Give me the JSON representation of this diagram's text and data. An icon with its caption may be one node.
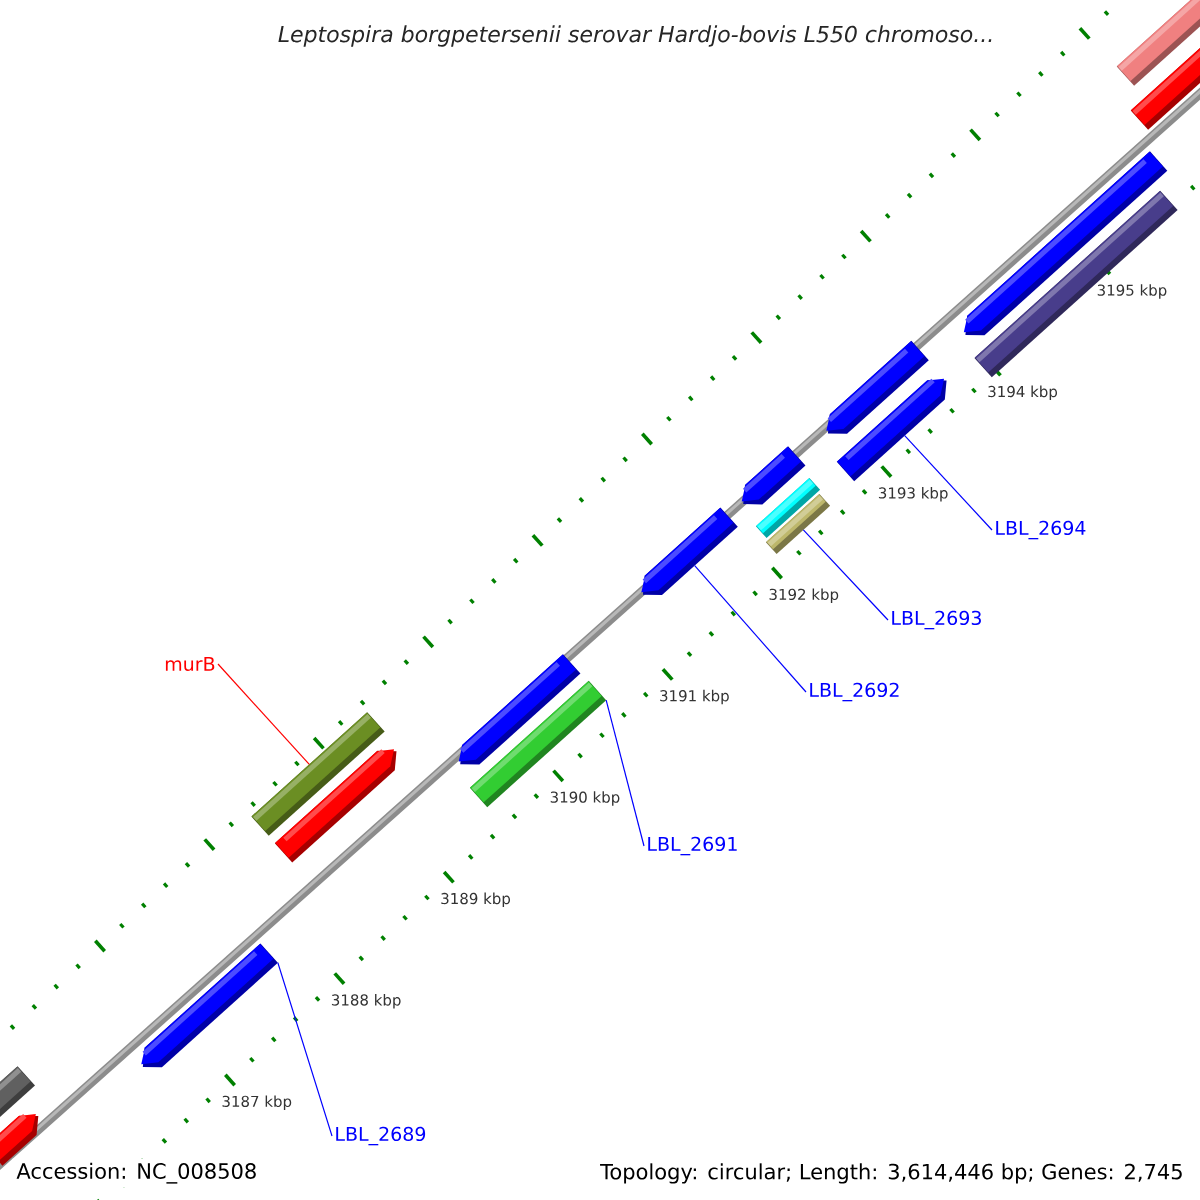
{
  "diagram": {
    "title": "Leptospira borgpetersenii serovar Hardjo-bovis L550 chromoso...",
    "nodes": [
      {
        "text": [
          "LBL_2694"
        ]
      },
      {
        "text": [],
        "shape": "bar"
      },
      {
        "text": [
          "LBL_2693"
        ]
      },
      {
        "text": [],
        "shape": "bar"
      },
      {
        "text": [
          "LBL_2692"
        ]
      },
      {
        "text": [],
        "shape": "bar"
      },
      {
        "text": [
          "murB"
        ]
      },
      {
        "text": [],
        "shape": "bar"
      },
      {
        "text": [
          "LBL_2691"
        ]
      },
      {
        "text": [],
        "shape": "bar"
      },
      {
        "text": [
          "LBL_2689"
        ]
      },
      {
        "text": [],
        "shape": "bar"
      }
    ],
    "edges": [
      {
        "from": 0,
        "to": 1,
        "arrow": "none"
      },
      {
        "from": 2,
        "to": 3,
        "arrow": "none"
      },
      {
        "from": 4,
        "to": 5,
        "arrow": "none"
      },
      {
        "from": 6,
        "to": 7,
        "arrow": "none",
        "color": "#ff0000"
      },
      {
        "from": 8,
        "to": 9,
        "arrow": "none"
      },
      {
        "from": 10,
        "to": 11,
        "arrow": "none"
      }
    ],
    "labels": [
      "3195 kbp",
      "3194 kbp",
      "3193 kbp",
      "3192 kbp",
      "3191 kbp",
      "3190 kbp",
      "3189 kbp",
      "3188 kbp",
      "3187 kbp",
      "Accession: NC_008508",
      "Topology: circular; Length: 3,614,446 bp; Genes: 2,745"
    ]
  }
}
